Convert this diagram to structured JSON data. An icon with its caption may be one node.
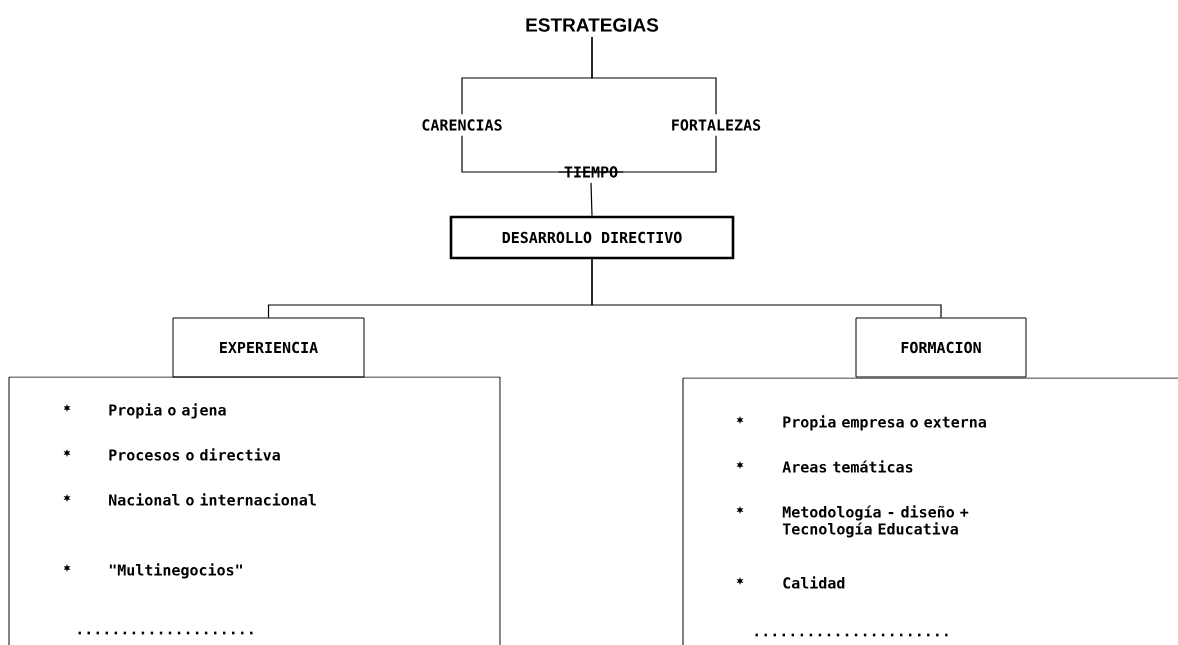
{
  "diagram": {
    "nodes": [
      {
        "text": [
          "ESTRATEGIAS"
        ]
      },
      {
        "text": [
          "CARENCIAS"
        ]
      },
      {
        "text": [
          "FORTALEZAS"
        ]
      },
      {
        "text": [
          "TIEMPO"
        ]
      },
      {
        "text": [
          "DESARROLLO DIRECTIVO"
        ]
      },
      {
        "text": [
          "EXPERIENCIA"
        ]
      },
      {
        "text": [
          "FORMACION"
        ]
      },
      {
        "text": [
          "Propia o ajena",
          "Procesos o directiva",
          "Nacional o internacional",
          "\"Multinegocios\"",
          "...................."
        ]
      },
      {
        "text": [
          "Propia empresa o externa",
          "Areas temáticas",
          "Metodología - diseño + Tecnología Educativa",
          "Calidad",
          "......................"
        ]
      }
    ],
    "edges": [
      {
        "from": 0,
        "to": 1,
        "arrow": "none"
      },
      {
        "from": 0,
        "to": 2,
        "arrow": "none"
      },
      {
        "from": 1,
        "to": 3,
        "arrow": "none"
      },
      {
        "from": 2,
        "to": 3,
        "arrow": "none"
      },
      {
        "from": 3,
        "to": 4,
        "arrow": "none"
      },
      {
        "from": 4,
        "to": 5,
        "arrow": "none"
      },
      {
        "from": 4,
        "to": 6,
        "arrow": "none"
      }
    ]
  }
}
